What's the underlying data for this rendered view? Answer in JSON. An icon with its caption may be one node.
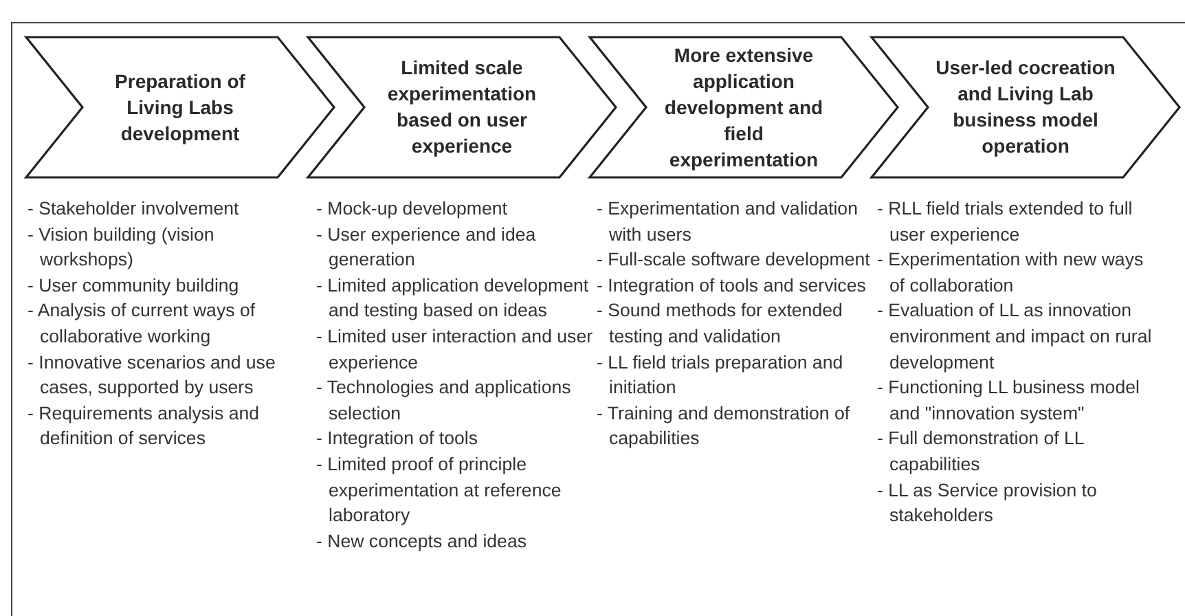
{
  "diagram": {
    "nodes": [
      {
        "text": [
          "Preparation of Living Labs development"
        ],
        "beside": [
          "- Stakeholder involvement",
          "- Vision building (vision workshops)",
          "- User community building",
          "- Analysis of current ways of collaborative working",
          "- Innovative scenarios and use cases, supported by users",
          "- Requirements analysis and definition of services"
        ]
      },
      {
        "text": [
          "Limited scale experimentation based on user experience"
        ],
        "beside": [
          "- Mock-up development",
          "- User experience and idea generation",
          "- Limited application development and testing based on ideas",
          "- Limited user interaction and user experience",
          "- Technologies and applications selection",
          "- Integration of tools",
          "- Limited proof of principle experimentation at reference laboratory",
          "- New concepts and ideas"
        ]
      },
      {
        "text": [
          "More extensive application development and field experimentation"
        ],
        "beside": [
          "- Experimentation and validation with users",
          "- Full-scale software development",
          "- Integration of tools and services",
          "- Sound methods for extended testing and validation",
          "- LL field trials preparation and initiation",
          "- Training and demonstration of capabilities"
        ]
      },
      {
        "text": [
          "User-led cocreation and Living Lab business model operation"
        ],
        "beside": [
          "- RLL field trials extended to full user experience",
          "- Experimentation with new ways of collaboration",
          "- Evaluation of LL as innovation environment and impact on rural development",
          "- Functioning LL business model and \"innovation system\"",
          "- Full demonstration of LL capabilities",
          "- LL as Service provision to stakeholders"
        ]
      }
    ]
  }
}
